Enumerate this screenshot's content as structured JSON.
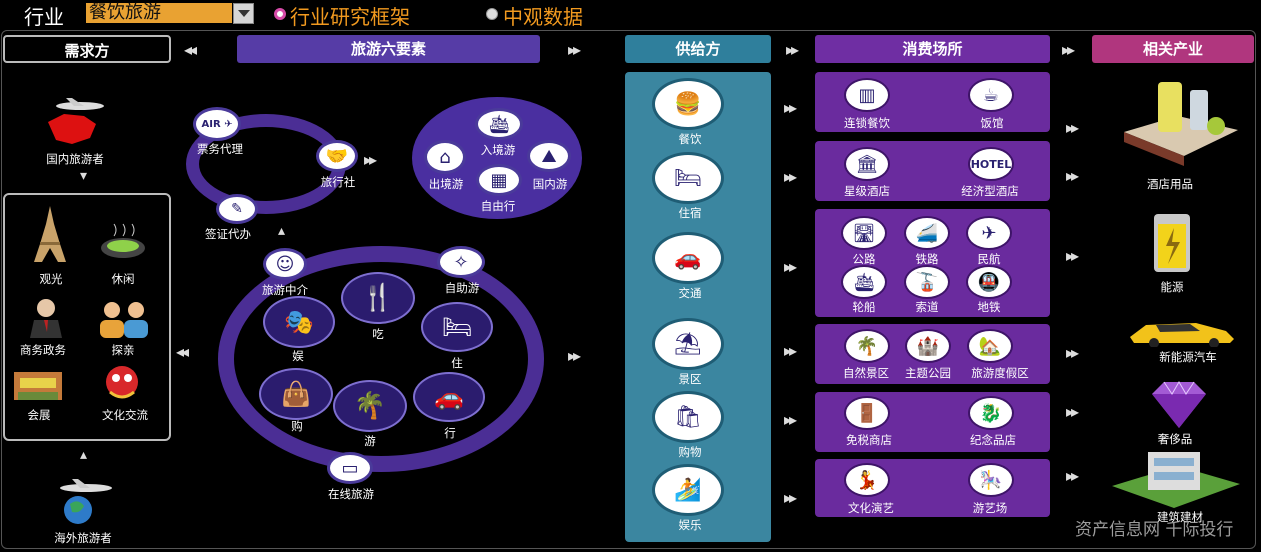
{
  "topbar": {
    "industry_label": "行业",
    "industry_value": "餐饮旅游",
    "option1": "行业研究框架",
    "option2": "中观数据"
  },
  "headers": {
    "demand": "需求方",
    "six_elements": "旅游六要素",
    "supply": "供给方",
    "venue": "消费场所",
    "related": "相关产业"
  },
  "demand": {
    "domestic": "国内旅游者",
    "overseas": "海外旅游者",
    "items": [
      "观光",
      "休闲",
      "商务政务",
      "探亲",
      "会展",
      "文化交流"
    ]
  },
  "agency_ring": [
    "票务代理",
    "旅行社",
    "签证代办"
  ],
  "travel_types": [
    "入境游",
    "出境游",
    "国内游",
    "自由行"
  ],
  "six_ring": {
    "outer": [
      "旅游中介",
      "自助游",
      "在线旅游"
    ],
    "inner": [
      "吃",
      "住",
      "行",
      "游",
      "购",
      "娱"
    ]
  },
  "supply": [
    "餐饮",
    "住宿",
    "交通",
    "景区",
    "购物",
    "娱乐"
  ],
  "venues": [
    [
      "连锁餐饮",
      "饭馆"
    ],
    [
      "星级酒店",
      "经济型酒店"
    ],
    [
      "公路",
      "铁路",
      "民航",
      "轮船",
      "索道",
      "地铁"
    ],
    [
      "自然景区",
      "主题公园",
      "旅游度假区"
    ],
    [
      "免税商店",
      "纪念品店"
    ],
    [
      "文化演艺",
      "游艺场"
    ]
  ],
  "related": [
    "酒店用品",
    "能源",
    "新能源汽车",
    "奢侈品",
    "建筑建材"
  ],
  "watermark": "资产信息网 千际投行",
  "colors": {
    "six_header": "#563ca6",
    "supply": "#3b86a0",
    "venue": "#6a2b9e",
    "related_header": "#b0367e",
    "industry_select": "#e9a232",
    "orange_text": "#f29a1f"
  }
}
